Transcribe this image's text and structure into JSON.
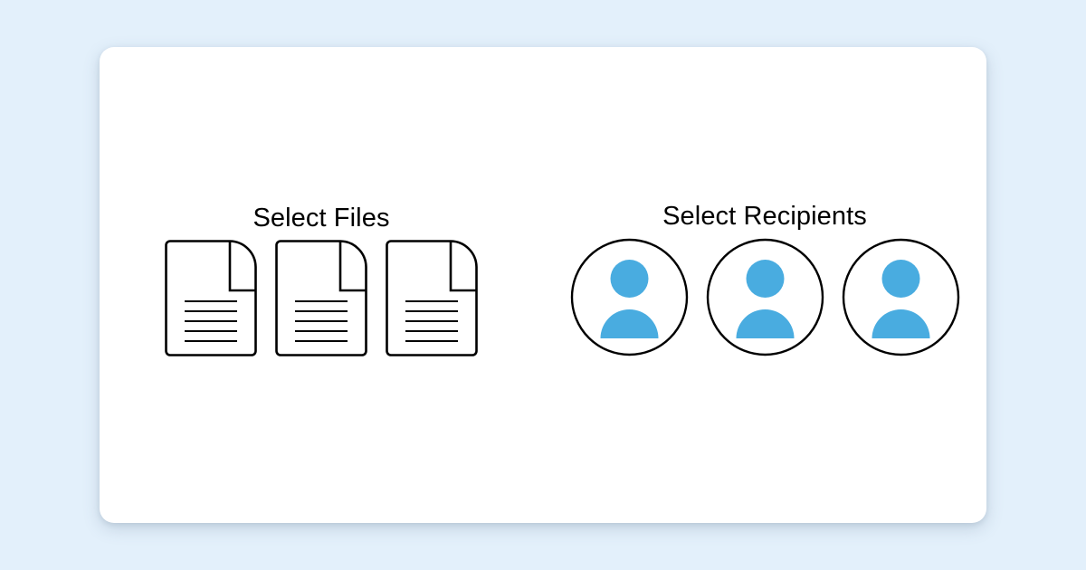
{
  "page": {
    "background_color": "#e3f0fb",
    "card_background": "#ffffff"
  },
  "card": {
    "sections": [
      {
        "id": "files",
        "title": "Select Files",
        "icon": "document-icon",
        "items": [
          {
            "label": "file-1",
            "icon": "document-icon"
          },
          {
            "label": "file-2",
            "icon": "document-icon"
          },
          {
            "label": "file-3",
            "icon": "document-icon"
          }
        ]
      },
      {
        "id": "recipients",
        "title": "Select Recipients",
        "icon": "person-avatar-icon",
        "items": [
          {
            "label": "recipient-1",
            "icon": "person-avatar-icon"
          },
          {
            "label": "recipient-2",
            "icon": "person-avatar-icon"
          },
          {
            "label": "recipient-3",
            "icon": "person-avatar-icon"
          }
        ]
      }
    ]
  },
  "colors": {
    "background": "#e3f0fb",
    "card": "#ffffff",
    "outline": "#000000",
    "avatar_blue": "#49ace0"
  },
  "document_icon": {
    "text_line_count": 5,
    "has_folded_corner": true
  }
}
